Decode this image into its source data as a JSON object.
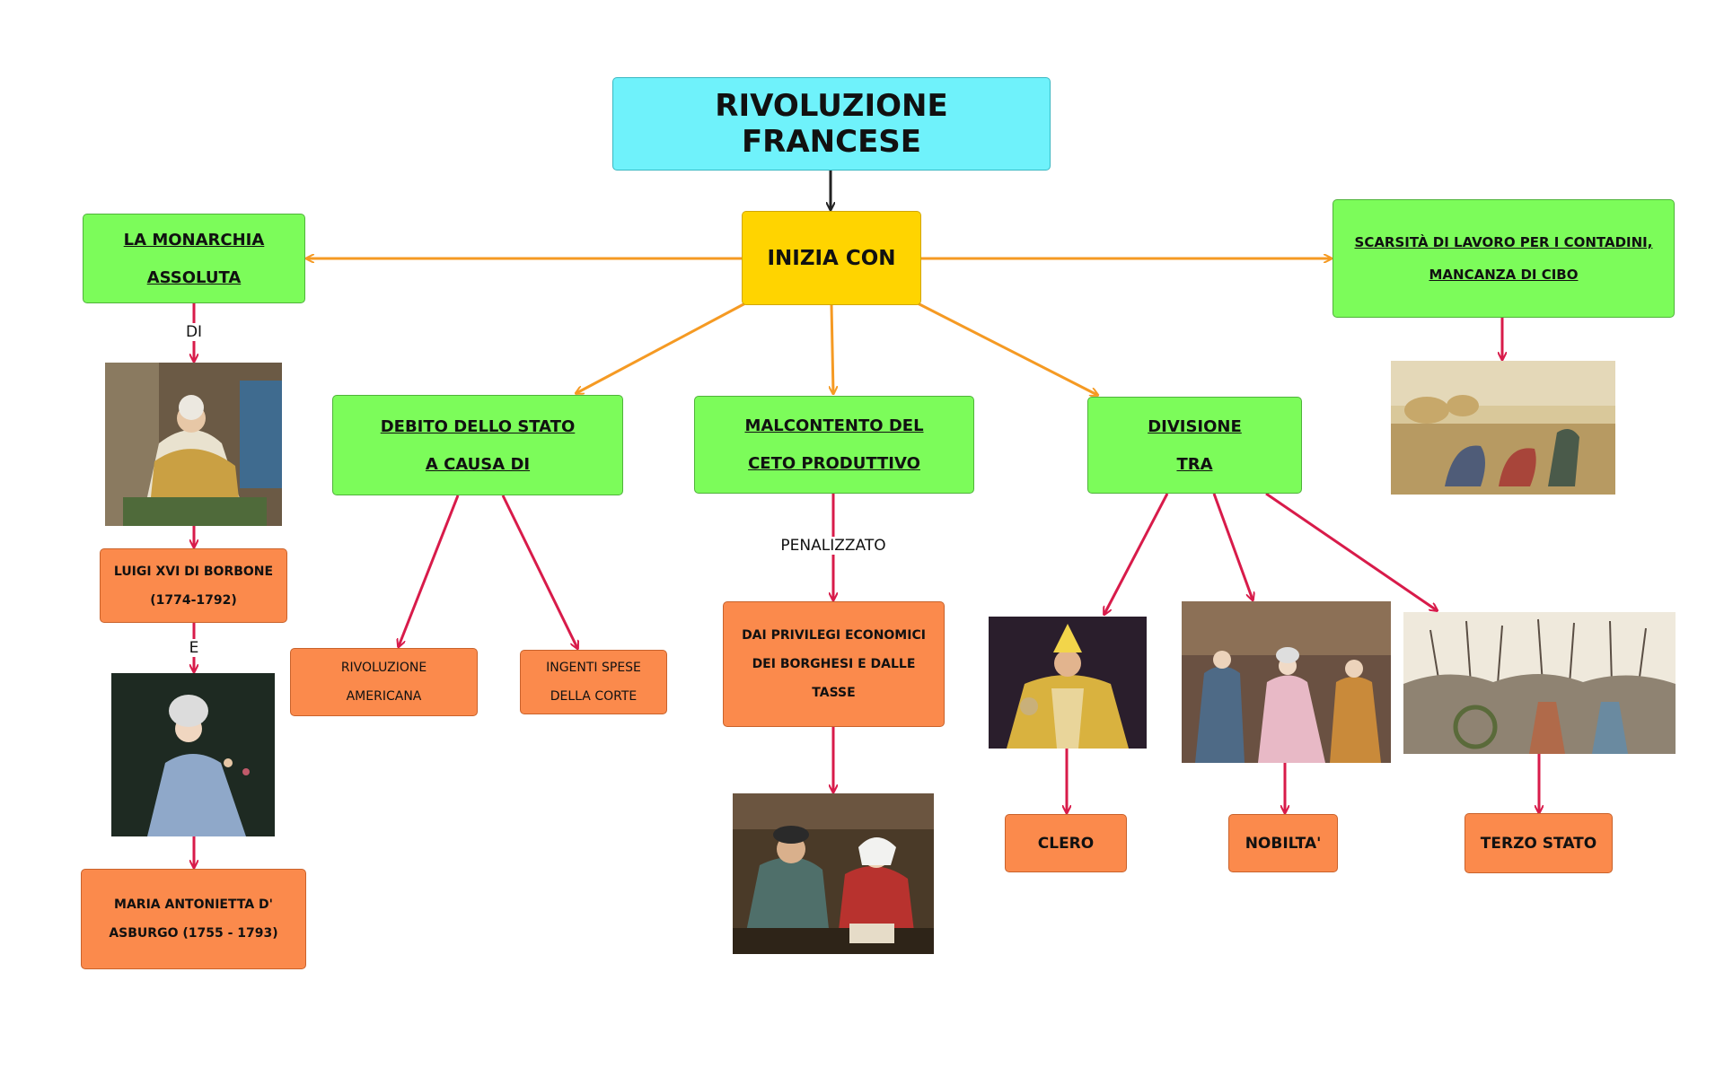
{
  "title": "RIVOLUZIONE FRANCESE",
  "center": "INIZIA CON",
  "branches": {
    "monarchia": "LA MONARCHIA\n\nASSOLUTA",
    "debito": "DEBITO DELLO STATO\n\nA CAUSA DI",
    "malcontento": "MALCONTENTO DEL\n\nCETO PRODUTTIVO",
    "divisione": "DIVISIONE\n\nTRA",
    "scarsita": "SCARSITÀ DI LAVORO PER I CONTADINI,\n\nMANCANZA DI CIBO"
  },
  "leaves": {
    "luigi": "LUIGI XVI DI BORBONE\n\n(1774-1792)",
    "maria": "MARIA ANTONIETTA D'\n\nASBURGO (1755 - 1793)",
    "rivoluzione_americana": "RIVOLUZIONE\n\nAMERICANA",
    "spese_corte": "INGENTI SPESE\n\nDELLA CORTE",
    "privilegi": "DAI PRIVILEGI ECONOMICI\n\nDEI BORGHESI E DALLE\n\nTASSE",
    "clero": "CLERO",
    "nobilta": "NOBILTA'",
    "terzo_stato": "TERZO STATO"
  },
  "connector_labels": {
    "di": "DI",
    "e": "E",
    "penalizzato": "PENALIZZATO"
  },
  "pictures": [
    {
      "id": "luigi",
      "icon": "portrait-king-icon"
    },
    {
      "id": "maria",
      "icon": "portrait-queen-icon"
    },
    {
      "id": "money",
      "icon": "moneylender-painting-icon"
    },
    {
      "id": "clero",
      "icon": "pope-portrait-icon"
    },
    {
      "id": "nobilta",
      "icon": "nobility-painting-icon"
    },
    {
      "id": "terzo",
      "icon": "crowd-march-icon"
    },
    {
      "id": "contadini",
      "icon": "gleaners-painting-icon"
    }
  ],
  "colors": {
    "title_fill": "#6ff2fb",
    "center_fill": "#ffd400",
    "branch_fill": "#7cfc5a",
    "leaf_fill": "#fb8a4c",
    "main_arrow": "#f59a23",
    "sub_arrow": "#d81b4a",
    "top_arrow": "#222222"
  }
}
